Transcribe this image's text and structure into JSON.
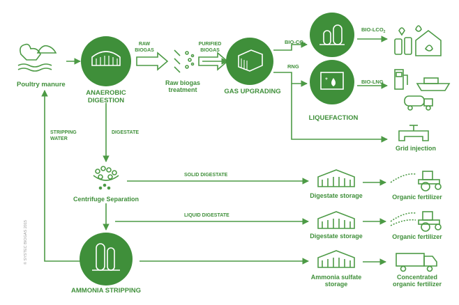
{
  "colors": {
    "green": "#3f8f3a",
    "arrow": "#4c9a45",
    "grey": "#9a9a9a"
  },
  "nodes": {
    "poultry": "Poultry manure",
    "anaerobic_1": "ANAEROBIC",
    "anaerobic_2": "DIGESTION",
    "raw_treatment_1": "Raw biogas",
    "raw_treatment_2": "treatment",
    "gas_upgrading": "GAS UPGRADING",
    "liquefaction": "LIQUEFACTION",
    "grid_injection": "Grid injection",
    "centrifuge": "Centrifuge Separation",
    "ammonia_stripping": "AMMONIA STRIPPING",
    "digestate_storage_1": "Digestate storage",
    "digestate_storage_2": "Digestate storage",
    "ammonia_storage_1": "Ammonia sulfate",
    "ammonia_storage_2": "storage",
    "fertilizer_1": "Organic fertilizer",
    "fertilizer_2": "Organic fertilizer",
    "concentrated_1": "Concentrated",
    "concentrated_2": "organic fertilizer"
  },
  "flows": {
    "raw_biogas_1": "RAW",
    "raw_biogas_2": "BIOGAS",
    "purified_1": "PURIFIED",
    "purified_2": "BIOGAS",
    "bio_co2": "BIO-CO",
    "bio_co2_sub": "2",
    "rng": "RNG",
    "bio_lco2": "BIO-LCO",
    "bio_lco2_sub": "2",
    "bio_lng": "BIO-LNG",
    "digestate": "DIGESTATE",
    "stripping_1": "STRIPPING",
    "stripping_2": "WATER",
    "solid_digestate": "SOLID DIGESTATE",
    "liquid_digestate": "LIQUID DIGESTATE"
  },
  "copyright": "© SYSTEC BIOGAS 2015",
  "icons": [
    "chicken-manure-icon",
    "digester-icon",
    "filter-icon",
    "container-icon",
    "co2-plant-icon",
    "liquefaction-plant-icon",
    "bottles-greenhouse-icon",
    "fuel-ship-truck-icon",
    "pipe-icon",
    "centrifuge-icon",
    "stripping-tower-icon",
    "storage-hall-icon",
    "tractor-icon",
    "truck-icon"
  ]
}
